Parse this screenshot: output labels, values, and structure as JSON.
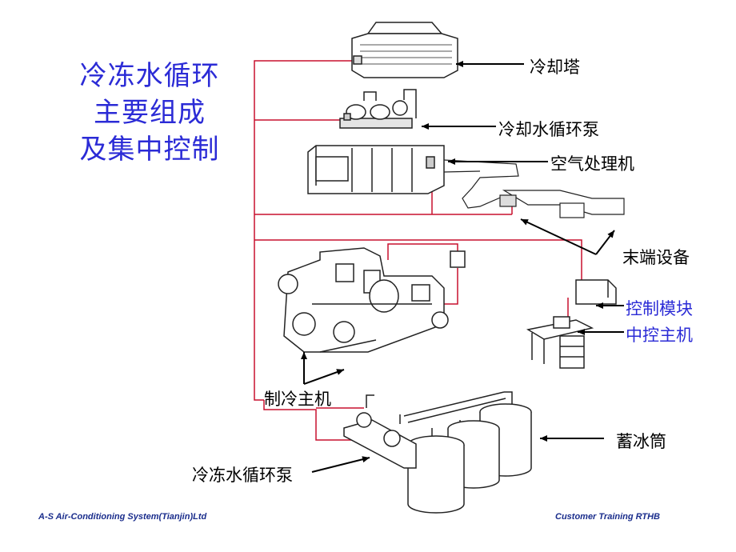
{
  "title": {
    "line1": "冷冻水循环",
    "line2": "主要组成",
    "line3": "及集中控制"
  },
  "labels": {
    "cooling_tower": "冷却塔",
    "cooling_water_pump": "冷却水循环泵",
    "air_handler": "空气处理机",
    "terminal_equipment": "末端设备",
    "control_module": "控制模块",
    "central_controller": "中控主机",
    "chiller": "制冷主机",
    "ice_storage": "蓄冰筒",
    "chilled_water_pump": "冷冻水循环泵"
  },
  "footer": {
    "left": "A-S Air-Conditioning System(Tianjin)Ltd",
    "right": "Customer Training RTHB"
  },
  "colors": {
    "title_blue": "#2b2bd6",
    "control_red": "#c8102e",
    "footer_blue": "#1a2d8c"
  }
}
